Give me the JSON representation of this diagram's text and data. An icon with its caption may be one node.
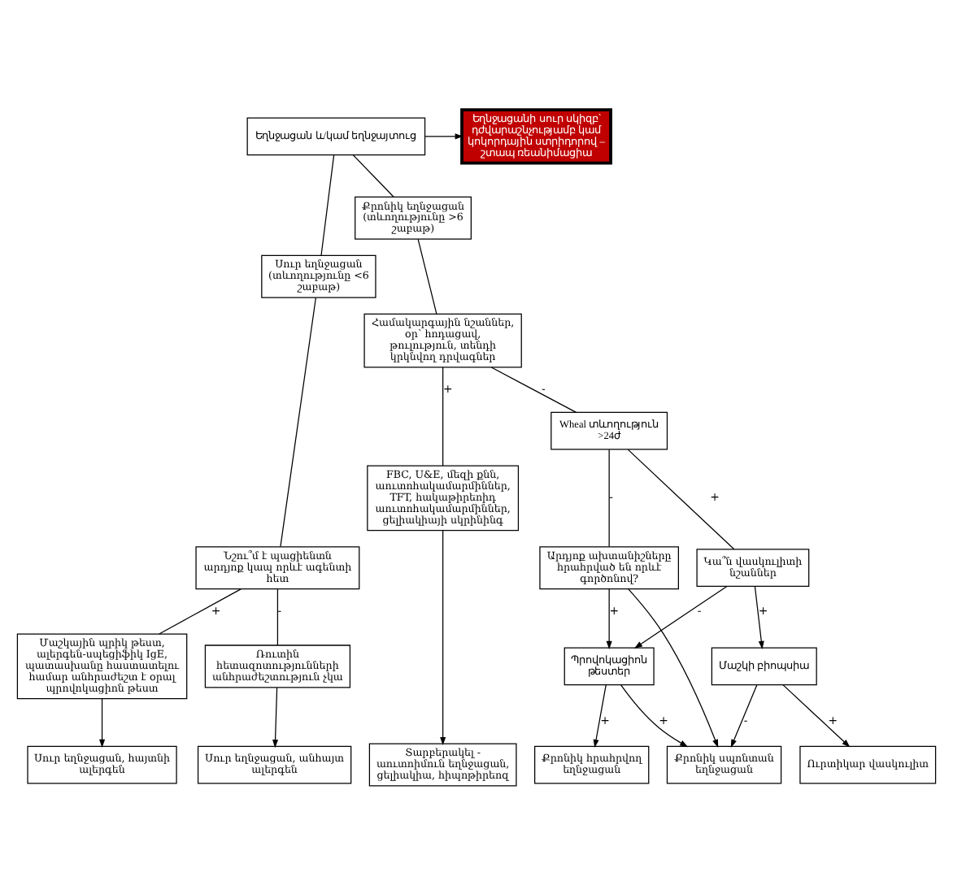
{
  "diagram": {
    "nodes": [
      {
        "text": [
          "Եղնջացան և/կամ եղնջայտուց"
        ]
      },
      {
        "text": [
          "Եղնջացանի սուր սկիզբ՝ դժվարաշնչությամբ կամ կոկորդային ստրիդորով – շտապ ռեանիմացիա"
        ]
      },
      {
        "text": [
          "Սուր եղնջացան (տևողությունը <6 շաբաթ)"
        ]
      },
      {
        "text": [
          "Քրոնիկ եղնջացան (տևողությունը >6 շաբաթ)"
        ]
      },
      {
        "text": [
          "Նշու՞մ է պացիենտն արդյոք կապ որևէ ագենտի հետ"
        ]
      },
      {
        "text": [
          "Համակարգային նշաններ, օր՝ հոդացավ, թուլություն, տենդի կրկնվող դրվագներ"
        ]
      },
      {
        "text": [
          "Մաշկային պրիկ թեստ, ալերգեն-սպեցիֆիկ IgE, պատասխանը հաստատելու համար անհրաժեշտ է օրալ պրովոկացիոն թեստ"
        ]
      },
      {
        "text": [
          "Ռուտին հետազոտությունների անհրաժեշտություն չկա"
        ]
      },
      {
        "text": [
          "FBC, U&E, մեզի քնն, աուտոհակամարմիններ, TFT, հակաթիրեոիդ աուտոհակամարմիններ, ցելիակիայի սկրինինգ"
        ]
      },
      {
        "text": [
          "Wheal տևողություն >24ժ"
        ]
      },
      {
        "text": [
          "Կա՞ն վասկուլիտի նշաններ"
        ]
      },
      {
        "text": [
          "Արդյոք ախտանիշները հրահրված են որևէ գործոնով?"
        ]
      },
      {
        "text": [
          "Մաշկի բիոպսիա"
        ]
      },
      {
        "text": [
          "Պրովոկացիոն թեստեր"
        ]
      },
      {
        "text": [
          "Սուր եղնջացան, հայտնի ալերգեն"
        ]
      },
      {
        "text": [
          "Սուր եղնջացան, անհայտ ալերգեն"
        ]
      },
      {
        "text": [
          "Տարբերակել - աուտոիմուն եղնջացան, ցելիակիա, հիպոթիրեոզ"
        ]
      },
      {
        "text": [
          "Ուրտիկար վասկուլիտ"
        ]
      },
      {
        "text": [
          "Քրոնիկ հրահրվող եղնջացան"
        ]
      },
      {
        "text": [
          "Քրոնիկ սպոնտան եղնջացան"
        ]
      }
    ],
    "edges": [
      {
        "from": 0,
        "to": 1,
        "arrow": "to"
      },
      {
        "from": 0,
        "to": 2,
        "arrow": "none"
      },
      {
        "from": 0,
        "to": 3,
        "arrow": "none"
      },
      {
        "from": 2,
        "to": 4,
        "arrow": "none"
      },
      {
        "from": 3,
        "to": 5,
        "arrow": "none"
      },
      {
        "from": 4,
        "to": 6,
        "arrow": "none",
        "label": "+"
      },
      {
        "from": 4,
        "to": 7,
        "arrow": "none",
        "label": "-"
      },
      {
        "from": 5,
        "to": 8,
        "arrow": "none",
        "label": "+"
      },
      {
        "from": 5,
        "to": 9,
        "arrow": "none",
        "label": "-"
      },
      {
        "from": 6,
        "to": 14,
        "arrow": "to"
      },
      {
        "from": 7,
        "to": 15,
        "arrow": "to"
      },
      {
        "from": 8,
        "to": 16,
        "arrow": "to"
      },
      {
        "from": 9,
        "to": 10,
        "arrow": "none",
        "label": "+"
      },
      {
        "from": 9,
        "to": 11,
        "arrow": "none",
        "label": "-"
      },
      {
        "from": 10,
        "to": 12,
        "arrow": "to",
        "label": "+"
      },
      {
        "from": 10,
        "to": 13,
        "arrow": "to",
        "label": "-"
      },
      {
        "from": 11,
        "to": 13,
        "arrow": "to",
        "label": "+"
      },
      {
        "from": 11,
        "to": 19,
        "arrow": "to"
      },
      {
        "from": 12,
        "to": 17,
        "arrow": "to",
        "label": "+"
      },
      {
        "from": 12,
        "to": 19,
        "arrow": "to",
        "label": "-"
      },
      {
        "from": 13,
        "to": 18,
        "arrow": "to",
        "label": "+"
      },
      {
        "from": 13,
        "to": 19,
        "arrow": "to",
        "label": "+"
      }
    ]
  }
}
